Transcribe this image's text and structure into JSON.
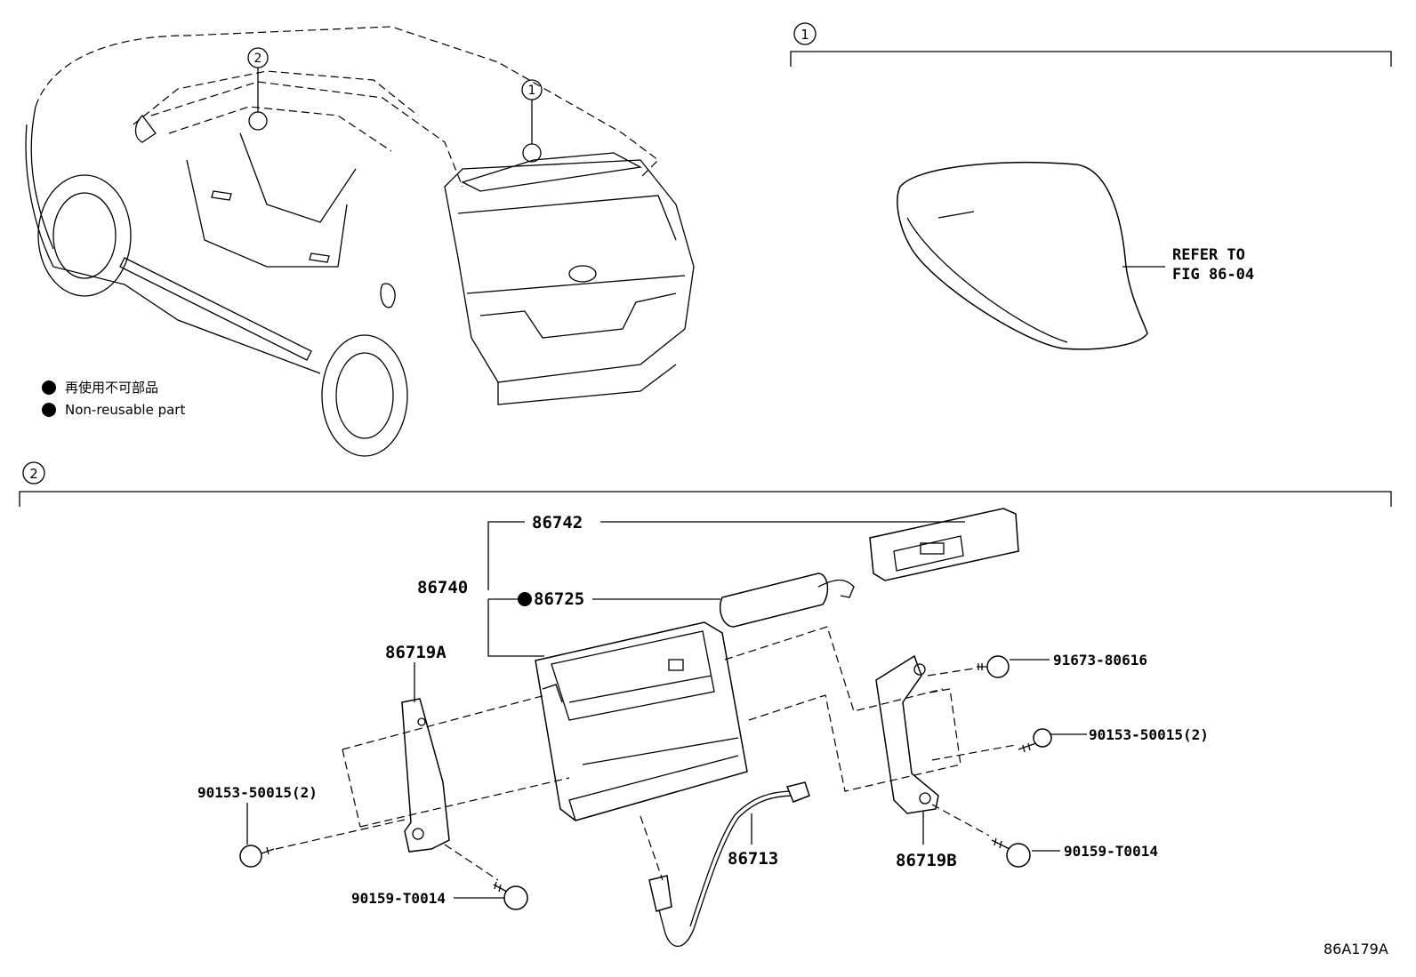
{
  "callouts": {
    "section1": "1",
    "section2": "2"
  },
  "legend": [
    {
      "text": "再使用不可部品"
    },
    {
      "text": "Non-reusable part"
    }
  ],
  "reference_note": {
    "line1": "REFER TO",
    "line2": "FIG 86-04"
  },
  "parts": {
    "p86742": "86742",
    "p86740": "86740",
    "p86725": "86725",
    "p86719A": "86719A",
    "p86719B": "86719B",
    "p86713": "86713",
    "p91673": "91673-80616",
    "p90153_right": "90153-50015(2)",
    "p90153_left": "90153-50015(2)",
    "p90159_right": "90159-T0014",
    "p90159_left": "90159-T0014"
  },
  "figure_code": "86A179A"
}
